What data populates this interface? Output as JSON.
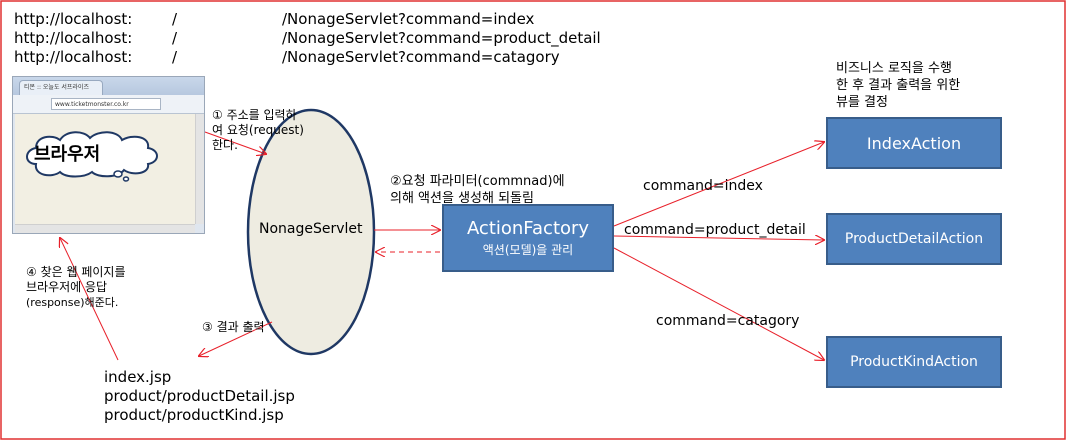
{
  "urls": {
    "host": [
      "http://localhost:",
      "http://localhost:",
      "http://localhost:"
    ],
    "slash": [
      "/",
      "/",
      "/"
    ],
    "path": [
      "/NonageServlet?command=index",
      "/NonageServlet?command=product_detail",
      "/NonageServlet?command=catagory"
    ]
  },
  "browser": {
    "tab_title": "티몬 :: 오늘도 서프라이즈",
    "address": "www.ticketmonster.co.kr",
    "cloud_label": "브라우저"
  },
  "steps": {
    "step1": [
      "① 주소를 입력하",
      "여 요청(request)",
      "한다."
    ],
    "step2": [
      "②요청 파라미터(commnad)에",
      "의해 액션을 생성해 되돌림"
    ],
    "step3": "③ 결과 출력",
    "step4": [
      "④ 찾은 웹 페이지를",
      "브라우저에 응답",
      "(response)해준다."
    ]
  },
  "servlet": {
    "label": "NonageServlet"
  },
  "factory": {
    "title": "ActionFactory",
    "subtitle": "액션(모델)을 관리"
  },
  "business": [
    "비즈니스 로직을 수행",
    "한 후 결과 출력을 위한",
    "뷰를 결정"
  ],
  "actions": {
    "index": "IndexAction",
    "product_detail": "ProductDetailAction",
    "kind": "ProductKindAction"
  },
  "commands": {
    "index": "command=index",
    "product_detail": "command=product_detail",
    "catagory": "command=catagory"
  },
  "views": [
    "index.jsp",
    "product/productDetail.jsp",
    "product/productKind.jsp"
  ],
  "colors": {
    "frame": "#e03030",
    "arrow": "#e8202a",
    "box_fill": "#4f81bd",
    "box_border": "#385d8a",
    "ellipse_fill": "#eeece1",
    "ellipse_stroke": "#1f3864"
  }
}
